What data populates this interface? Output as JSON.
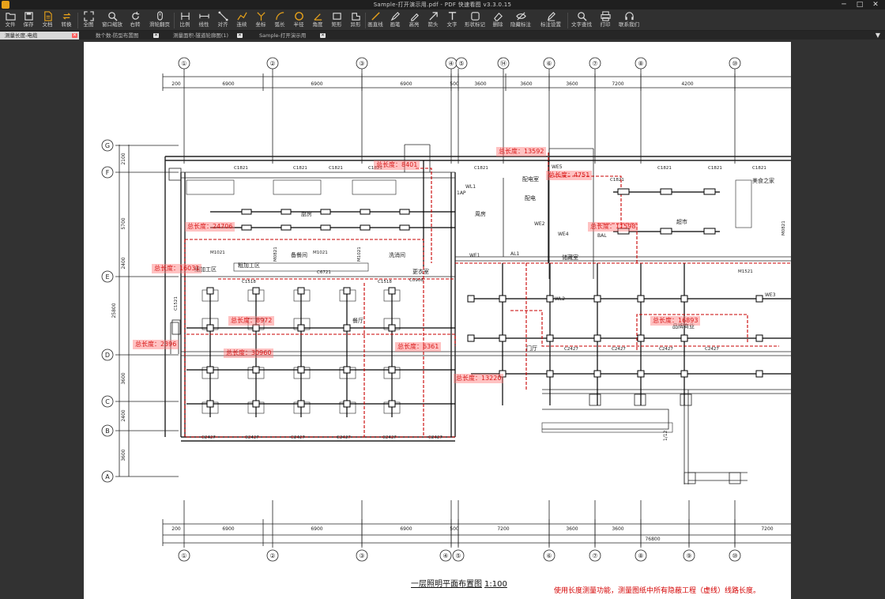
{
  "window": {
    "title": "Sample-打开演示用.pdf - PDF 快速看图 v3.3.0.15",
    "minimize": "─",
    "restore": "□",
    "close": "✕"
  },
  "toolbar": [
    {
      "label": "文件",
      "icon": "folder-icon"
    },
    {
      "label": "保存",
      "icon": "save-icon"
    },
    {
      "label": "文档",
      "icon": "document-icon"
    },
    {
      "label": "转换",
      "icon": "convert-icon"
    },
    {
      "label": "全图",
      "icon": "fit-all-icon"
    },
    {
      "label": "窗口缩放",
      "icon": "zoom-window-icon"
    },
    {
      "label": "右转",
      "icon": "rotate-right-icon"
    },
    {
      "label": "滑轮翻页",
      "icon": "mouse-wheel-icon"
    },
    {
      "label": "比例",
      "icon": "scale-icon"
    },
    {
      "label": "线性",
      "icon": "linear-icon"
    },
    {
      "label": "对齐",
      "icon": "align-icon"
    },
    {
      "label": "连续",
      "icon": "continuous-icon"
    },
    {
      "label": "坐标",
      "icon": "coordinate-icon"
    },
    {
      "label": "弧长",
      "icon": "arc-length-icon"
    },
    {
      "label": "半径",
      "icon": "radius-icon"
    },
    {
      "label": "角度",
      "icon": "angle-icon"
    },
    {
      "label": "矩形",
      "icon": "rectangle-icon"
    },
    {
      "label": "异形",
      "icon": "polygon-icon"
    },
    {
      "label": "画直线",
      "icon": "line-icon"
    },
    {
      "label": "画笔",
      "icon": "pen-icon"
    },
    {
      "label": "高亮",
      "icon": "highlight-icon"
    },
    {
      "label": "箭头",
      "icon": "arrow-icon"
    },
    {
      "label": "文字",
      "icon": "text-icon"
    },
    {
      "label": "形状标记",
      "icon": "shape-mark-icon"
    },
    {
      "label": "删除",
      "icon": "eraser-icon"
    },
    {
      "label": "隐藏标注",
      "icon": "hide-annotation-icon"
    },
    {
      "label": "标注设置",
      "icon": "annotation-settings-icon"
    },
    {
      "label": "文字查找",
      "icon": "search-icon"
    },
    {
      "label": "打印",
      "icon": "print-icon"
    },
    {
      "label": "联系我们",
      "icon": "headset-icon"
    }
  ],
  "tabs": [
    {
      "label": "测量长度-电缆",
      "active": true
    },
    {
      "label": "数个数-防型布置图",
      "active": false
    },
    {
      "label": "测量面积-隧道轮廓图(1)",
      "active": false
    },
    {
      "label": "Sample-打开演示用",
      "active": false
    }
  ],
  "tabs_menu": "▼",
  "drawing": {
    "top_axes": [
      "①",
      "②",
      "③",
      "④",
      "⑤",
      "⑭",
      "⑥",
      "⑦",
      "⑧",
      "⑩"
    ],
    "bottom_axes": [
      "①",
      "②",
      "③",
      "④",
      "⑤",
      "⑥",
      "⑦",
      "⑧",
      "⑨",
      "⑩"
    ],
    "row_axes": [
      "G",
      "F",
      "E",
      "D",
      "C",
      "B",
      "A"
    ],
    "top_dims": [
      "200",
      "6900",
      "6900",
      "6900",
      "500",
      "3600",
      "3600",
      "3600",
      "7200",
      "4200"
    ],
    "bottom_dims": [
      "200",
      "6900",
      "6900",
      "6900",
      "500",
      "7200",
      "3600",
      "3600",
      "7200"
    ],
    "bottom_total": "76800",
    "left_dims": [
      "2100",
      "5700",
      "2400",
      "25800",
      "3600",
      "2400",
      "3600"
    ],
    "rooms": [
      "厨房",
      "备餐间",
      "洗消间",
      "更衣室",
      "餐厅",
      "储藏室",
      "配电室",
      "超市",
      "美食之家",
      "品牌商业",
      "配电",
      "门厅",
      "周房",
      "粗加工区",
      "细加工区"
    ],
    "windows": [
      "C1821",
      "C1821",
      "C1821",
      "C1821",
      "C1821",
      "C1821",
      "C1821",
      "C1821",
      "C1821",
      "C1521",
      "C1518",
      "C1518",
      "C6721",
      "C0906",
      "C2427",
      "C2427",
      "C2427",
      "C2427",
      "C2427",
      "C2427",
      "C2427",
      "C2427",
      "C2427",
      "C2427"
    ],
    "doors": [
      "M1021",
      "M1521",
      "M1021",
      "M0821",
      "M1021",
      "M0821"
    ],
    "labels": [
      "WL1",
      "WL2",
      "WE1",
      "WE2",
      "WE3",
      "WE4",
      "WE5",
      "AL1",
      "BAL",
      "1AP",
      "1/12"
    ],
    "title": "一层照明平面布置图",
    "scale": "1:100",
    "footnote": "使用长度测量功能，测量图纸中所有隐蔽工程（虚线）线路长度。"
  },
  "measurements": [
    {
      "text": "总长度：13592"
    },
    {
      "text": "总长度：8401"
    },
    {
      "text": "总长度：4751"
    },
    {
      "text": "总长度：24706"
    },
    {
      "text": "总长度：11598"
    },
    {
      "text": "总长度：16031"
    },
    {
      "text": "总长度：8972"
    },
    {
      "text": "总长度：2396"
    },
    {
      "text": "总长度：30960"
    },
    {
      "text": "总长度：6361"
    },
    {
      "text": "总长度：16893"
    },
    {
      "text": "总长度：13220"
    }
  ],
  "colors": {
    "accent": "#e8a21a",
    "measure": "#d81b1b",
    "wire": "#c80000"
  }
}
